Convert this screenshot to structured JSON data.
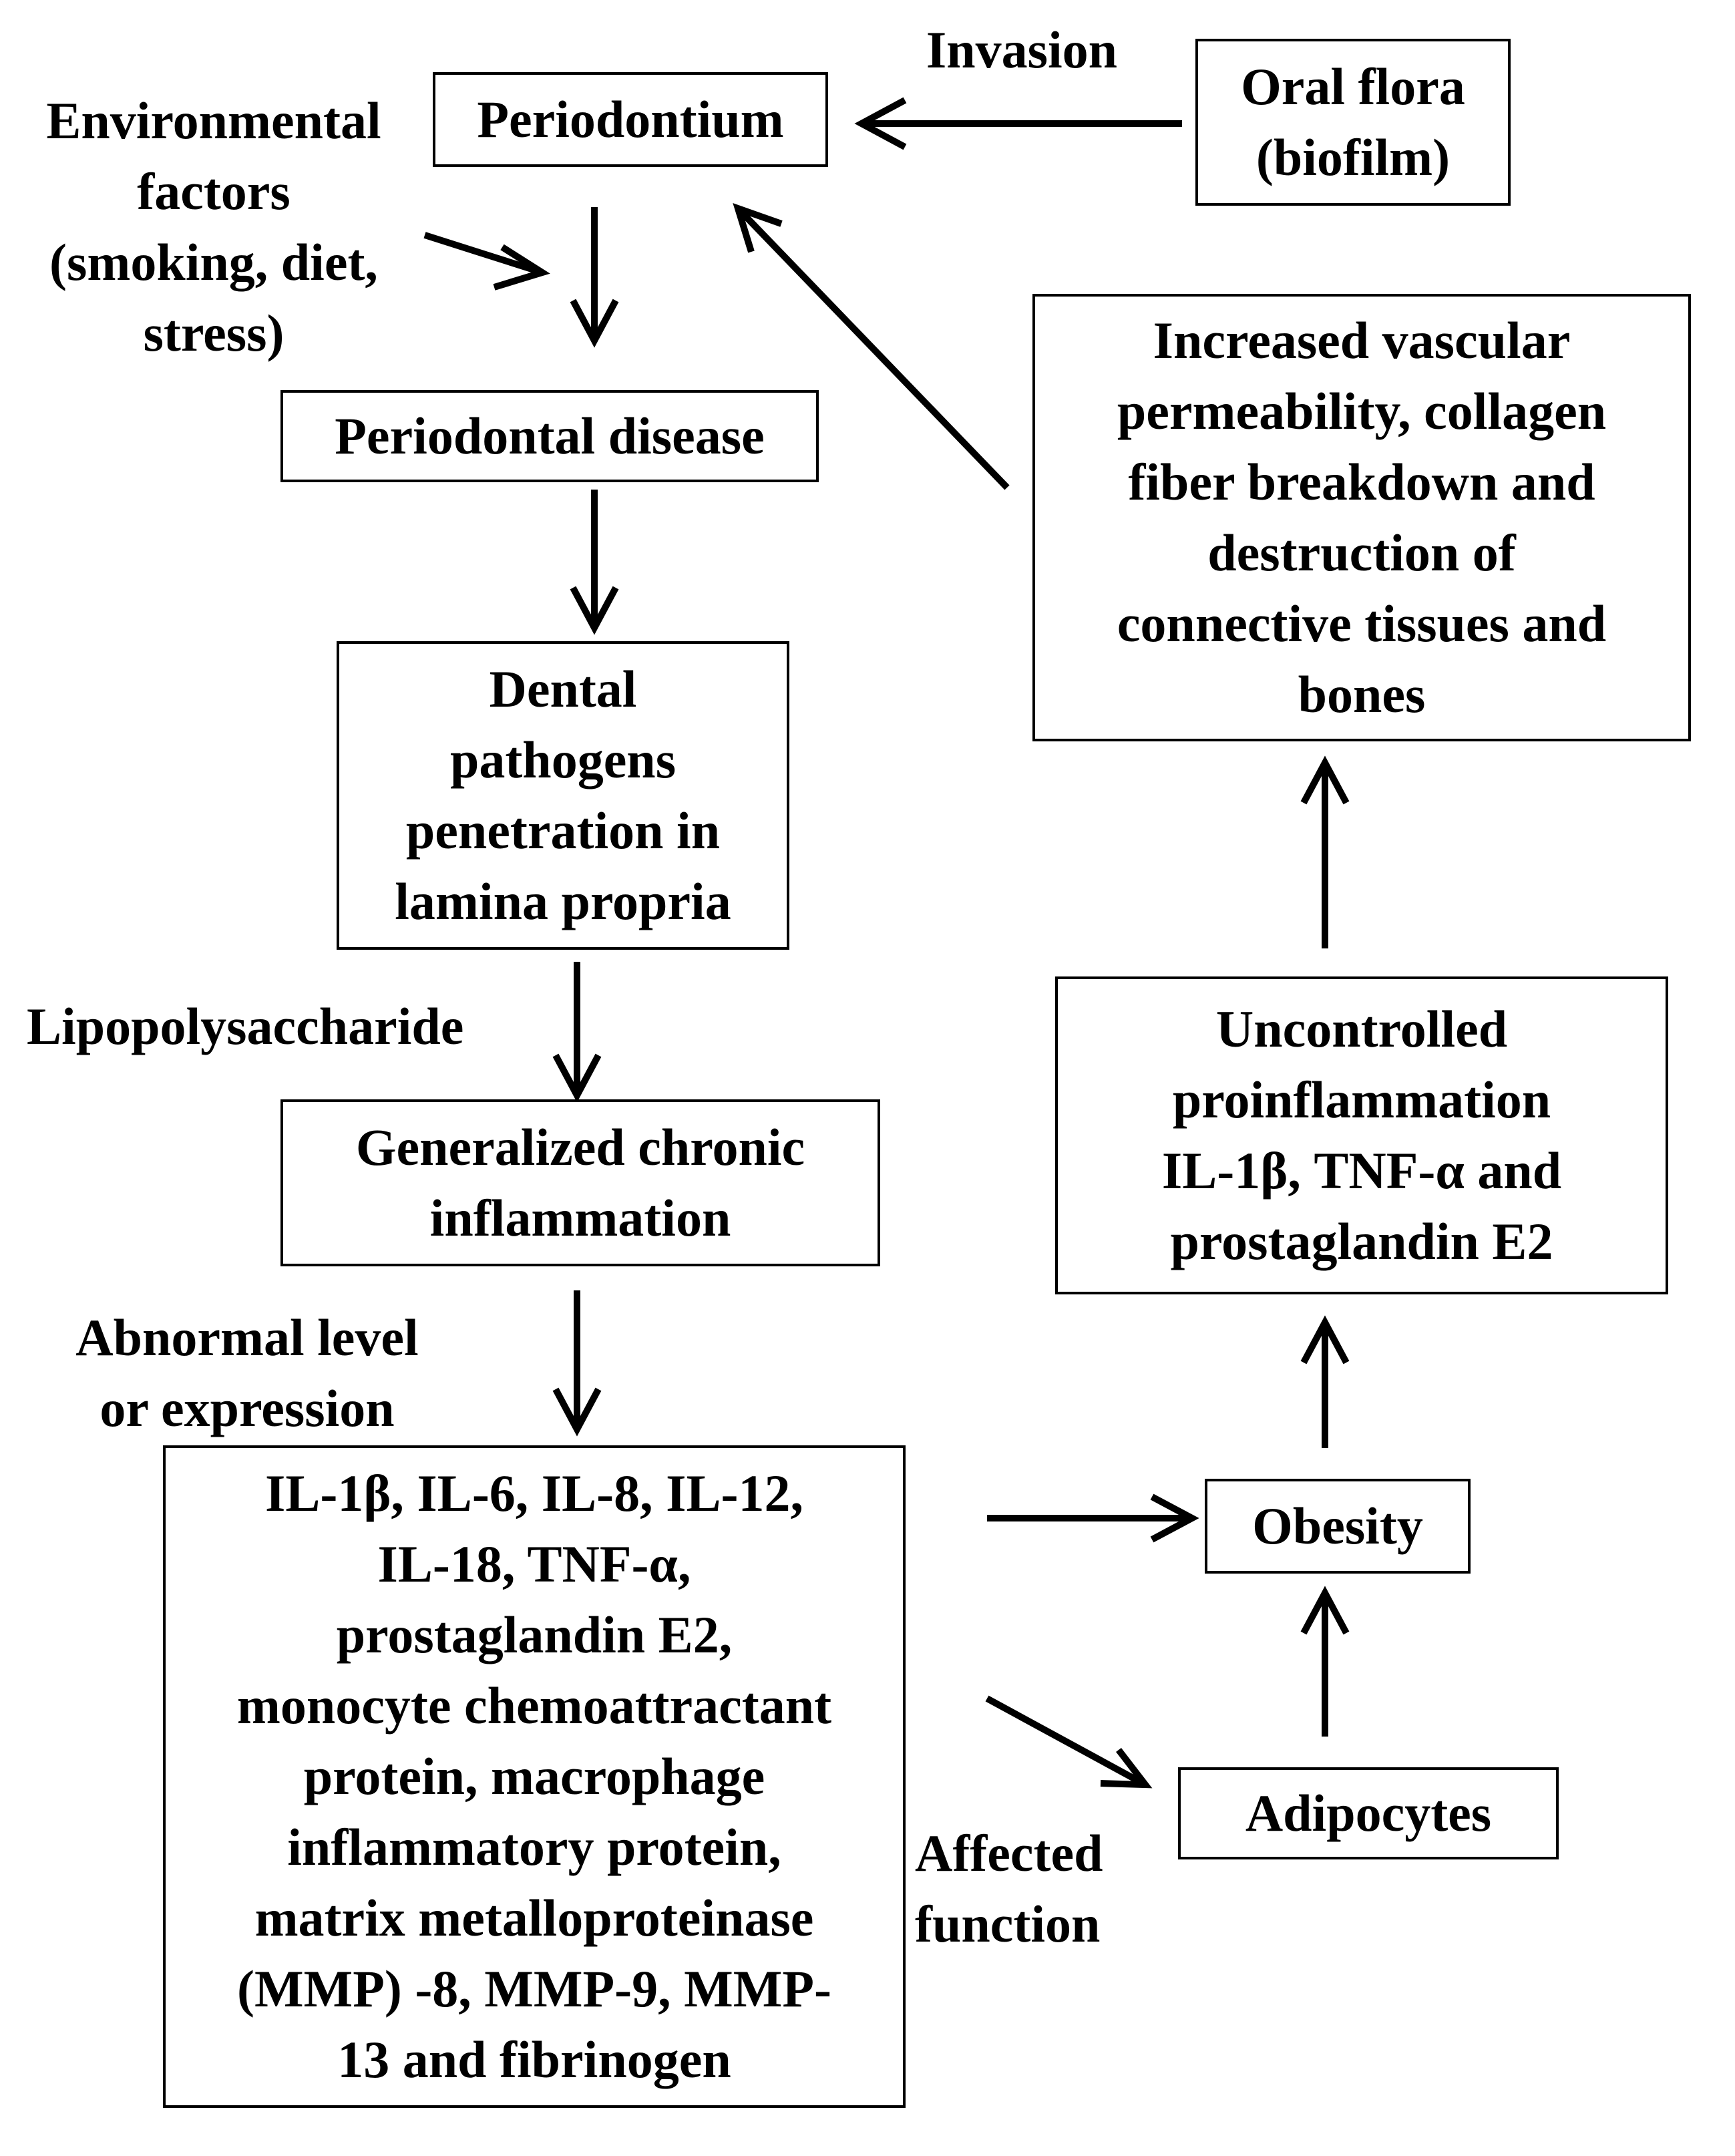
{
  "nodes": {
    "periodontium": "Periodontium",
    "oral_flora": "Oral flora\n(biofilm)",
    "periodontal_disease": "Periodontal disease",
    "dental_pathogens": "Dental\npathogens\npenetration in\nlamina propria",
    "generalized_inflammation": "Generalized chronic\ninflammation",
    "cytokines": "IL-1β, IL-6, IL-8, IL-12,\nIL-18, TNF-α,\nprostaglandin E2,\nmonocyte chemoattractant\nprotein, macrophage\ninflammatory protein,\nmatrix metalloproteinase\n(MMP) -8, MMP-9, MMP-\n13 and fibrinogen",
    "obesity": "Obesity",
    "adipocytes": "Adipocytes",
    "uncontrolled_proinflammation": "Uncontrolled\nproinflammation\nIL-1β, TNF-α and\nprostaglandin E2",
    "tissue_destruction": "Increased vascular\npermeability, collagen\nfiber breakdown and\ndestruction of\nconnective tissues and\nbones"
  },
  "labels": {
    "invasion": "Invasion",
    "environmental_factors": "Environmental\nfactors\n(smoking, diet,\nstress)",
    "lipopolysaccharide": "Lipopolysaccharide",
    "abnormal_level": "Abnormal  level\nor expression",
    "affected_function": "Affected\nfunction"
  }
}
